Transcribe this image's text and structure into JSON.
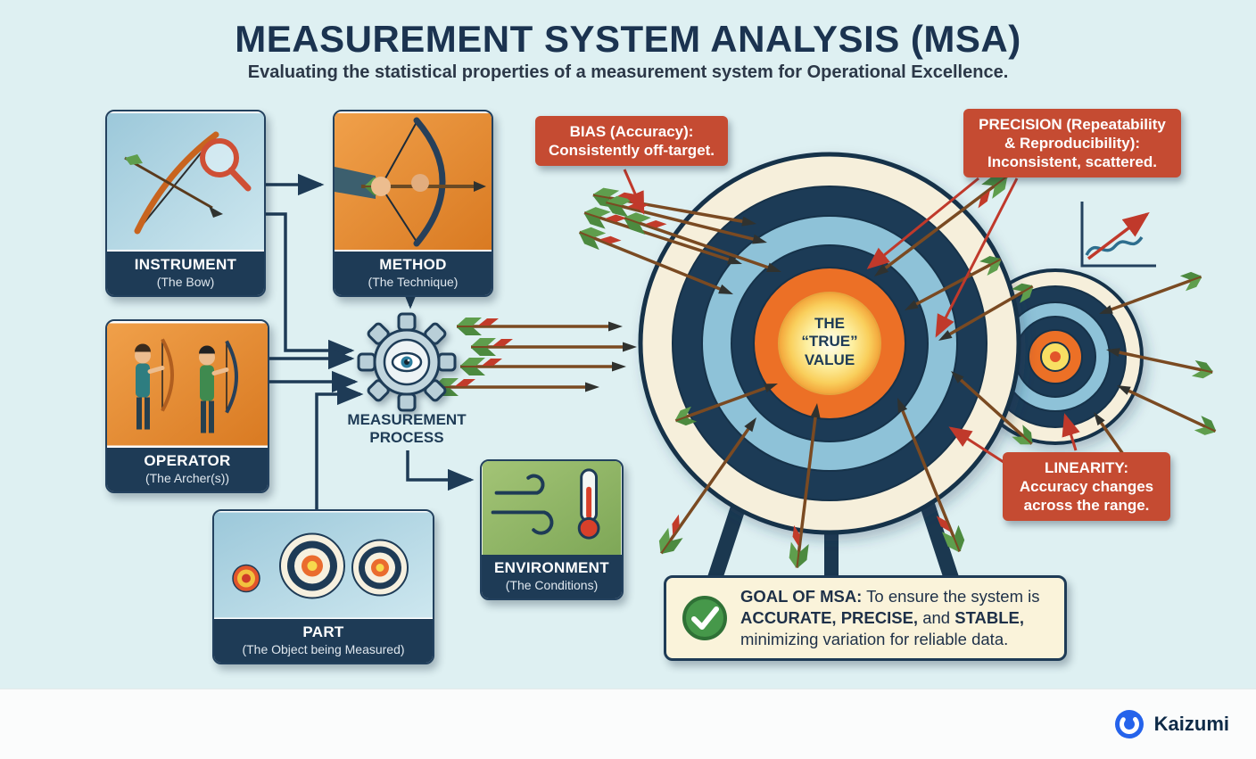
{
  "header": {
    "title": "MEASUREMENT SYSTEM ANALYSIS (MSA)",
    "subtitle": "Evaluating the statistical properties of a measurement system for Operational Excellence."
  },
  "factors": [
    {
      "label": "INSTRUMENT",
      "sublabel": "(The Bow)"
    },
    {
      "label": "METHOD",
      "sublabel": "(The Technique)"
    },
    {
      "label": "OPERATOR",
      "sublabel": "(The Archer(s))"
    },
    {
      "label": "PART",
      "sublabel": "(The Object being Measured)"
    },
    {
      "label": "ENVIRONMENT",
      "sublabel": "(The Conditions)"
    }
  ],
  "process": {
    "line1": "MEASUREMENT",
    "line2": "PROCESS"
  },
  "target": {
    "line1": "THE",
    "line2": "“TRUE”",
    "line3": "VALUE"
  },
  "callouts": {
    "bias": {
      "line1": "BIAS (Accuracy):",
      "line2": "Consistently off-target."
    },
    "precision": {
      "line1": "PRECISION (Repeatability",
      "line2": "& Reproducibility):",
      "line3": "Inconsistent, scattered."
    },
    "linearity": {
      "line1": "LINEARITY:",
      "line2": "Accuracy changes",
      "line3": "across the range."
    }
  },
  "goal": {
    "s1": "GOAL OF MSA:",
    "s2": " To ensure the system is ",
    "s3": "ACCURATE, PRECISE,",
    "s4": " and ",
    "s5": "STABLE,",
    "s6": " minimizing variation for reliable data."
  },
  "footer": {
    "brand": "Kaizumi"
  },
  "colors": {
    "background": "#def0f2",
    "navy": "#1e3b56",
    "callout_red": "#c54b32",
    "pointer_red": "#c0392b",
    "box_orange": "#e8923a",
    "box_light_blue": "#a8cfdf",
    "box_green": "#8cb469",
    "cream": "#f6efdb",
    "target_orange": "#ec6f28",
    "center_yellow": "#fdefa0",
    "arrow_brown": "#7a4a22",
    "fletching_green": "#5f9e4d",
    "brand_blue": "#2563eb"
  }
}
